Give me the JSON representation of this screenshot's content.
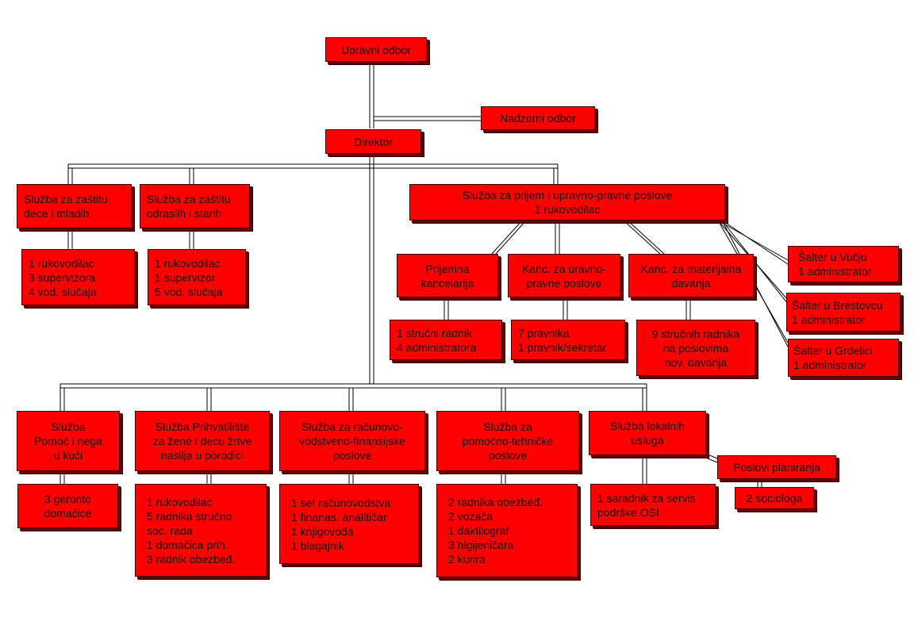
{
  "colors": {
    "box_fill": "#ff0000",
    "box_border": "#3a0000",
    "connector": "#000000"
  },
  "top": {
    "upravni_odbor": "Upravni odbor",
    "nadzorni_odbor": "Nadzorni odbor",
    "direktor": "Direktor"
  },
  "sluzba_deca": {
    "title": "Služba za zaštitu\ndece i mladih",
    "staff": "1 rukovodilac\n3 supervizora\n4 vod. slučaja"
  },
  "sluzba_odrasli": {
    "title": "Služba za zaštitu\nodraslih i starih",
    "staff": "1 rukovodilac\n1 supervizor\n5 vod. slučaja"
  },
  "sluzba_prijem": {
    "title": "Služba za prijem i upravno-pravne poslove\n1 rukovodilac",
    "prijemna": {
      "title": "Prijemna\nkancelarija",
      "staff": "1 stručni radnik\n4 administratora"
    },
    "upravno_pravne": {
      "title": "Kanc. za uravno-\npravne poslove",
      "staff": "7 pravnika\n1 pravnik/sekretar"
    },
    "materijalna": {
      "title": "Kanc. za materijalna\ndavanja",
      "staff": "9 stručnih radnika\nna poslovima\nnov. davanja"
    },
    "salteri": [
      {
        "title": "Šalter u Vučju\n1 administrator"
      },
      {
        "title": "Šalter u Brestovcu\n1 administrator"
      },
      {
        "title": "Šalter u Grdelici\n1 administrator"
      }
    ]
  },
  "bottom": {
    "pomoc": {
      "title": "Služba\nPomoć i nega\nu kući",
      "staff": "3 geronto\ndomaćice"
    },
    "prihvatiliste": {
      "title": "Služba Prihvatilište\nza žene i decu žrtve\nnasilja u porodici",
      "staff": "1 rukovodilac\n5 radnika stručno\nsoc. rada\n1 domaćica prih.\n3 radnik obezbeđ."
    },
    "racunovodstvo": {
      "title": "Služba za računovo-\nvodstveno-finansijske\nposlove",
      "staff": "1 sef računovodstva\n1 finanas. analitičar\n1 knjigovođa\n1 blagajnik"
    },
    "tehnicke": {
      "title": "Služba za\npomoćno-tehničke\nposlove",
      "staff": "2 radnika obezbeđ.\n2 vozača\n1 daktilograf\n3 higijeničara\n2 kurira"
    },
    "lokalne": {
      "title": "Služba lokalnih\nusluga",
      "staff": "1 saradnik za servis\npodrške OSI"
    },
    "planiranje": {
      "title": "Poslovi planiranja",
      "staff": "2 sociologa"
    }
  }
}
